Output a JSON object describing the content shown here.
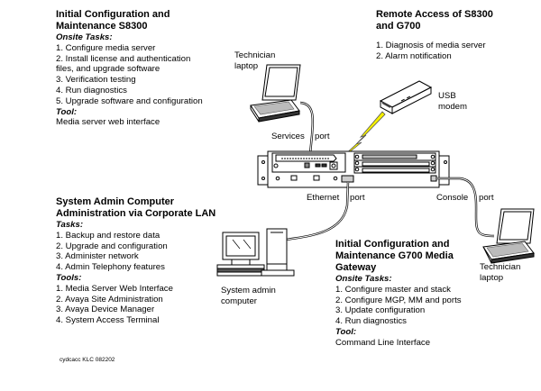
{
  "blocks": {
    "s8300_config": {
      "title_line1": "Initial Configuration and",
      "title_line2": "Maintenance S8300",
      "tasks_heading": "Onsite Tasks:",
      "tasks": [
        "1. Configure media server",
        "2. Install license and authentication",
        "files, and upgrade software",
        "3. Verification testing",
        "4. Run diagnostics",
        "5. Upgrade software and configuration"
      ],
      "tool_heading": "Tool:",
      "tools": [
        "Media server web interface"
      ]
    },
    "remote_access": {
      "title_line1": "Remote Access of S8300",
      "title_line2": "and G700",
      "tasks": [
        "1. Diagnosis of media server",
        "2. Alarm notification"
      ]
    },
    "sysadmin": {
      "title_line1": "System Admin Computer",
      "title_line2": "Administration via Corporate LAN",
      "tasks_heading": "Tasks:",
      "tasks": [
        "1. Backup and restore data",
        "2. Upgrade and configuration",
        "3. Administer network",
        "4. Admin Telephony features"
      ],
      "tool_heading": "Tools:",
      "tools": [
        "1. Media Server Web Interface",
        "2. Avaya Site Administration",
        "3. Avaya Device Manager",
        "4. System Access Terminal"
      ]
    },
    "g700_config": {
      "title_line1": "Initial Configuration and",
      "title_line2": "Maintenance G700 Media",
      "title_line3": "Gateway",
      "tasks_heading": "Onsite Tasks:",
      "tasks": [
        "1. Configure master and stack",
        "2. Configure MGP, MM and ports",
        "3. Update configuration",
        "4. Run diagnostics"
      ],
      "tool_heading": "Tool:",
      "tools": [
        "Command Line Interface"
      ]
    }
  },
  "labels": {
    "tech_laptop_top_1": "Technician",
    "tech_laptop_top_2": "laptop",
    "usb_modem_1": "USB",
    "usb_modem_2": "modem",
    "services_port_a": "Services",
    "services_port_b": "port",
    "ethernet_port_a": "Ethernet",
    "ethernet_port_b": "port",
    "console_port_a": "Console",
    "console_port_b": "port",
    "sysadmin_pc_1": "System admin",
    "sysadmin_pc_2": "computer",
    "tech_laptop_right_1": "Technician",
    "tech_laptop_right_2": "laptop",
    "figure_id": "cydcacc KLC 082202"
  },
  "colors": {
    "lightning": "#f5f000",
    "line": "#000000"
  }
}
